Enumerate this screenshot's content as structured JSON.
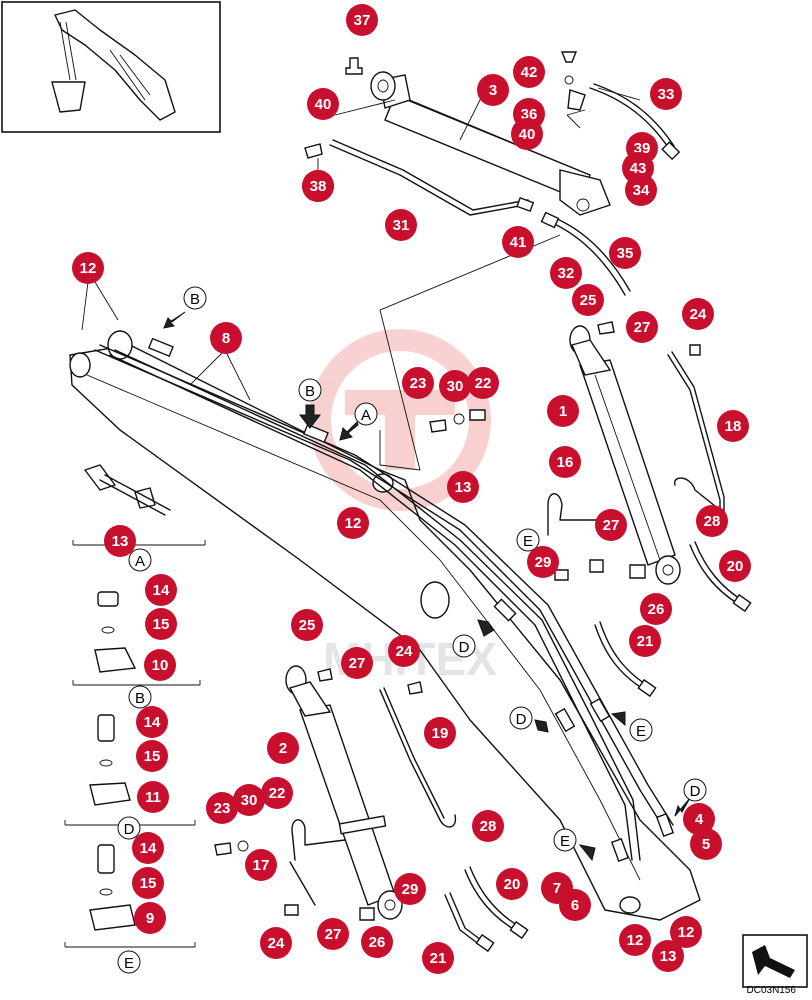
{
  "diagram": {
    "code": "DC03N156",
    "watermark": "MHITEX",
    "callouts": [
      "37",
      "38",
      "42",
      "3",
      "36",
      "40",
      "33",
      "39",
      "43",
      "34",
      "38",
      "31",
      "41",
      "35",
      "32",
      "25",
      "27",
      "24",
      "12",
      "8",
      "23",
      "30",
      "22",
      "1",
      "18",
      "13",
      "12",
      "16",
      "27",
      "28",
      "29",
      "20",
      "26",
      "21",
      "25",
      "27",
      "24",
      "19",
      "2",
      "23",
      "30",
      "22",
      "28",
      "17",
      "29",
      "20",
      "24",
      "27",
      "26",
      "21",
      "4",
      "5",
      "7",
      "6",
      "12",
      "13",
      "12",
      "13",
      "14",
      "15",
      "10",
      "14",
      "15",
      "11",
      "14",
      "15",
      "9",
      "40"
    ],
    "view_markers": [
      "A",
      "B",
      "D",
      "E"
    ],
    "letter_markers": [
      "B",
      "B",
      "A",
      "D",
      "E",
      "D",
      "E",
      "E"
    ]
  }
}
